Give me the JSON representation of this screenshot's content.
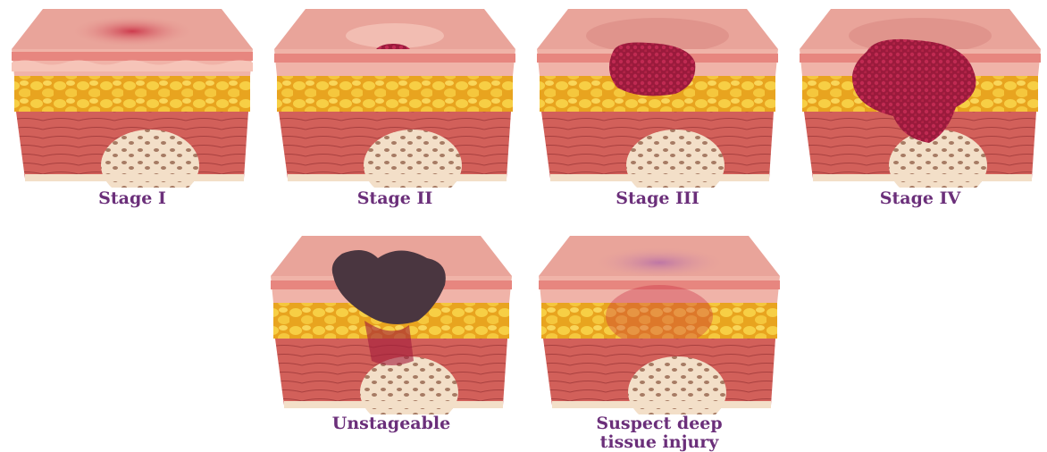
{
  "stages": [
    {
      "label": "Stage I"
    },
    {
      "label": "Stage II"
    },
    {
      "label": "Stage III"
    },
    {
      "label": "Stage IV"
    },
    {
      "label": "Unstageable"
    },
    {
      "label": "Suspect deep tissue injury",
      "label_line1": "Suspect deep",
      "label_line2": "tissue injury"
    }
  ],
  "colors": {
    "caption": "#6b2f7a",
    "skin_top": "#e9a49a",
    "skin_front": "#f0b3a8",
    "dermis": "#e7867f",
    "fat": "#f2c23a",
    "muscle": "#cf5c57",
    "bone": "#f6e6d3",
    "wound": "#a11a3b",
    "eschar": "#4a3640"
  }
}
